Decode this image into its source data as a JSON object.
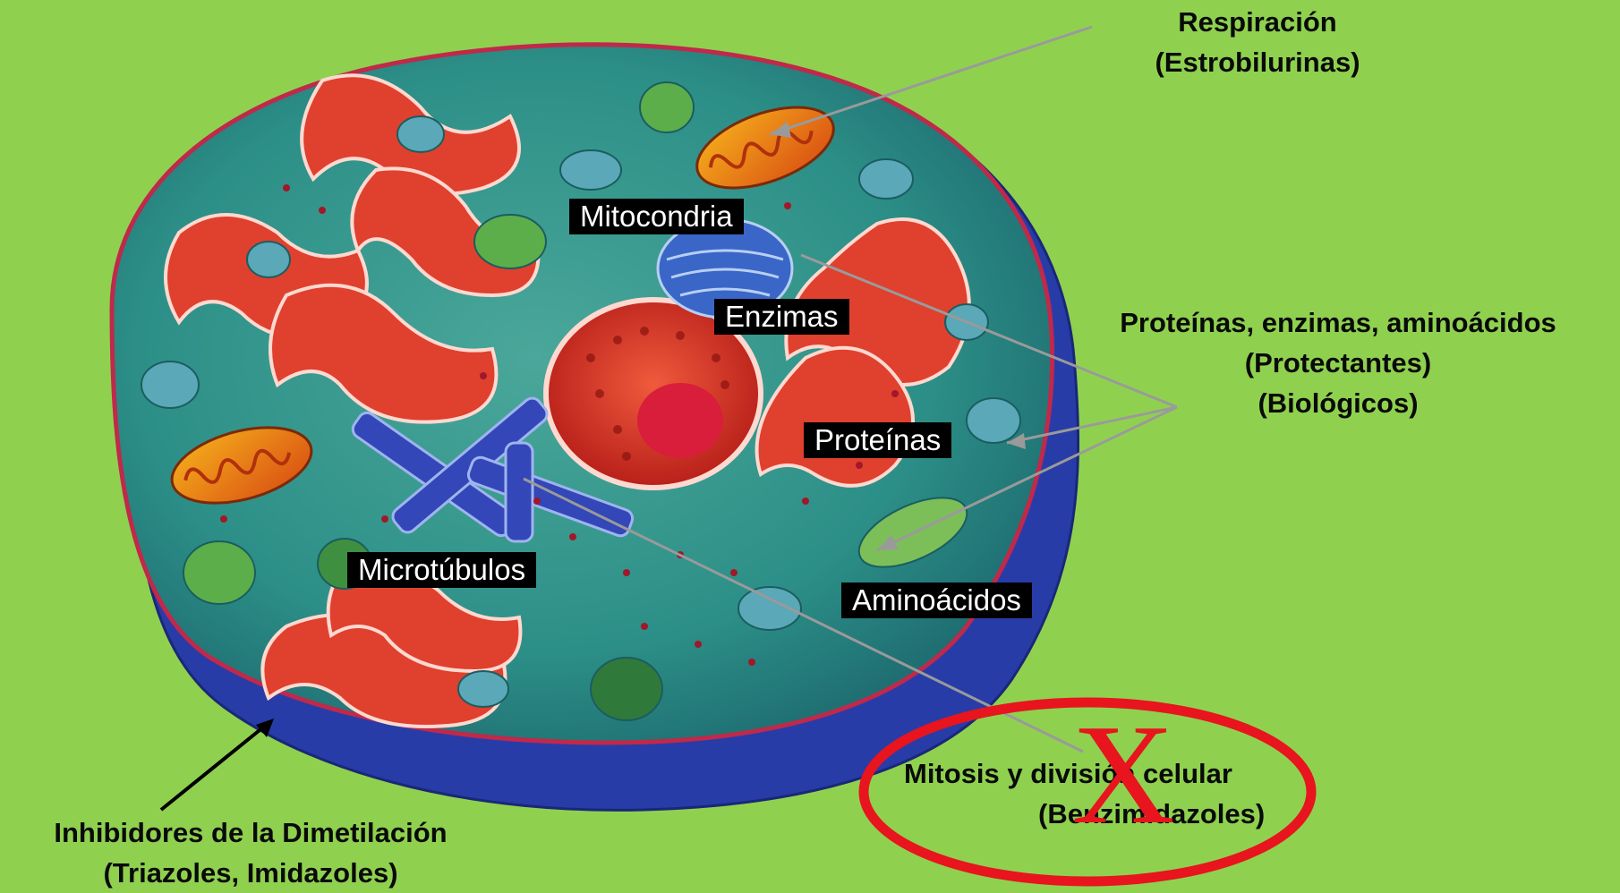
{
  "cell_labels": {
    "mitocondria": "Mitocondria",
    "enzimas": "Enzimas",
    "proteinas": "Proteínas",
    "microtubulos": "Microtúbulos",
    "aminoacidos": "Aminoácidos"
  },
  "annotations": {
    "respiracion": [
      "Respiración",
      "(Estrobilurinas)"
    ],
    "proteinas_group": [
      "Proteínas, enzimas, aminoácidos",
      "(Protectantes)",
      "(Biológicos)"
    ],
    "mitosis": [
      "Mitosis y división celular",
      "(Benzimidazoles)"
    ],
    "dimetilacion": [
      "Inhibidores de la Dimetilación",
      "(Triazoles, Imidazoles)"
    ]
  },
  "cross_mark": "X",
  "colors": {
    "background": "#8fd14f",
    "cytoplasm": "#2e8f86",
    "membrane": "#283ca8",
    "organelle_red": "#e0402e",
    "circle_red": "#e8141e"
  }
}
